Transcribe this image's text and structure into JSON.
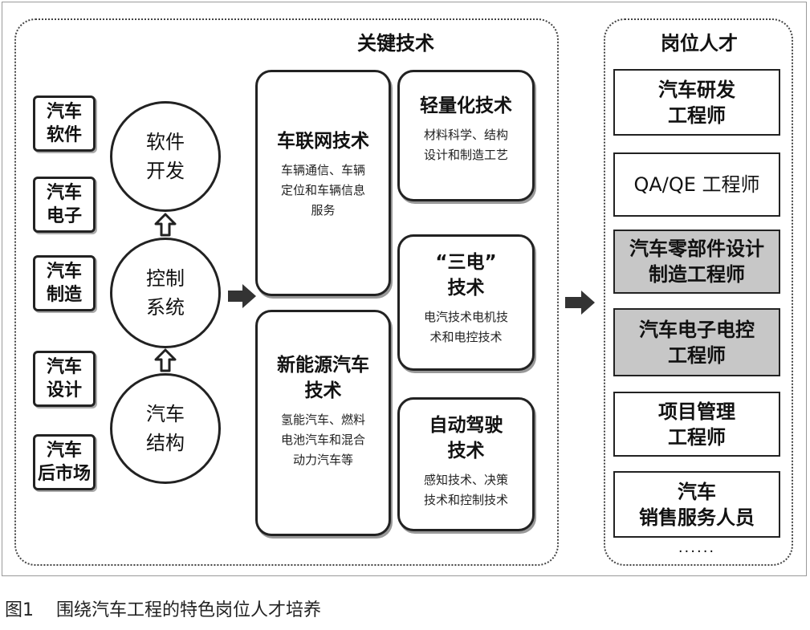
{
  "key_tech": {
    "title": "关键技术",
    "left_boxes": [
      "汽车\n软件",
      "汽车\n电子",
      "汽车\n制造",
      "汽车\n设计",
      "汽车\n后市场"
    ],
    "circles": [
      "软件\n开发",
      "控制\n系统",
      "汽车\n结构"
    ],
    "tech_boxes": [
      {
        "title": "车联网技术",
        "desc": "车辆通信、车辆\n定位和车辆信息\n服务"
      },
      {
        "title": "新能源汽车\n技术",
        "desc": "氢能汽车、燃料\n电池汽车和混合\n动力汽车等"
      },
      {
        "title": "轻量化技术",
        "desc": "材料科学、结构\n设计和制造工艺"
      },
      {
        "title": "“三电”\n技术",
        "desc": "电汽技术电机技\n术和电控技术"
      },
      {
        "title": "自动驾驶\n技术",
        "desc": "感知技术、决策\n技术和控制技术"
      }
    ]
  },
  "talent": {
    "title": "岗位人才",
    "positions": [
      {
        "label": "汽车研发\n工程师",
        "highlighted": false
      },
      {
        "label": "QA/QE 工程师",
        "highlighted": false
      },
      {
        "label": "汽车零部件设计\n制造工程师",
        "highlighted": true
      },
      {
        "label": "汽车电子电控\n工程师",
        "highlighted": true
      },
      {
        "label": "项目管理\n工程师",
        "highlighted": false
      },
      {
        "label": "汽车\n销售服务人员",
        "highlighted": false
      }
    ],
    "more": "······"
  },
  "caption": {
    "number": "图1",
    "text": "围绕汽车工程的特色岗位人才培养"
  },
  "colors": {
    "highlight": "#c7c7c7",
    "border": "#222222"
  }
}
